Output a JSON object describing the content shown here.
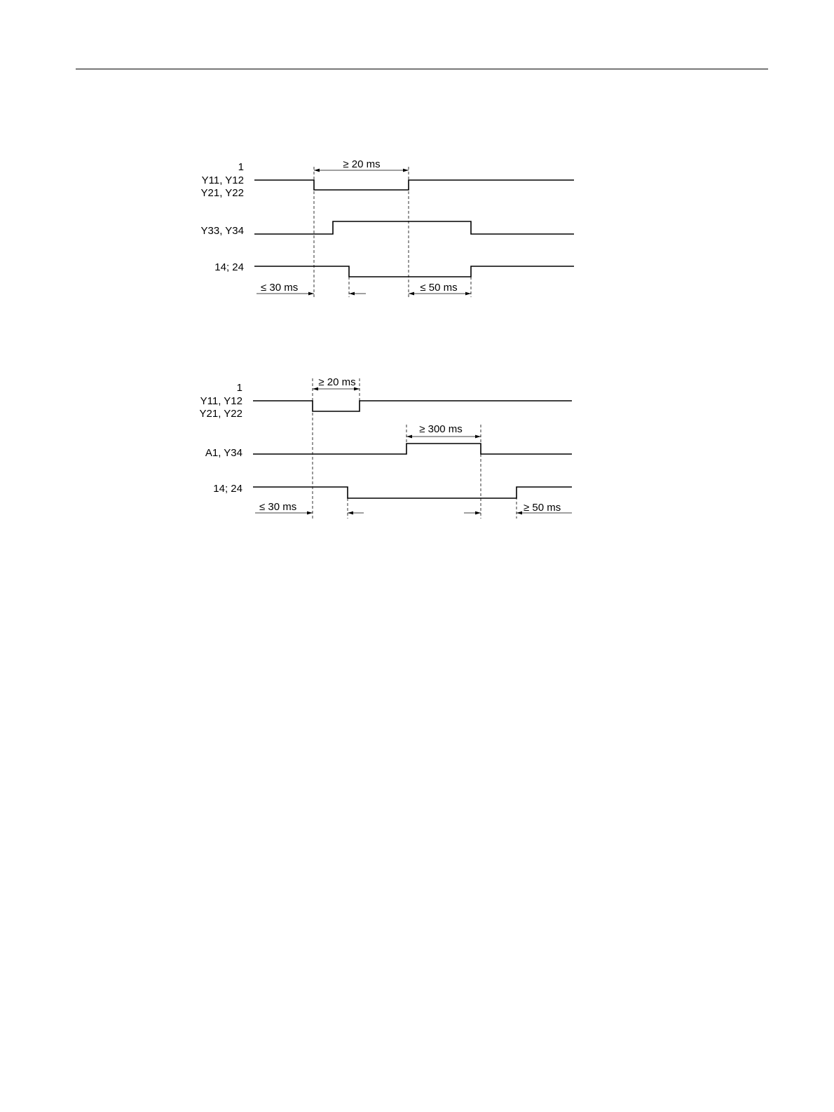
{
  "diagrams": [
    {
      "signals": [
        {
          "labels": [
            "1",
            "Y11, Y12",
            "Y21, Y22"
          ]
        },
        {
          "labels": [
            "Y33, Y34"
          ]
        },
        {
          "labels": [
            "14; 24"
          ]
        }
      ],
      "dimensions": [
        "≥ 20 ms",
        "≤ 30 ms",
        "≤ 50 ms"
      ]
    },
    {
      "signals": [
        {
          "labels": [
            "1",
            "Y11, Y12",
            "Y21, Y22"
          ]
        },
        {
          "labels": [
            "A1, Y34"
          ]
        },
        {
          "labels": [
            "14; 24"
          ]
        }
      ],
      "dimensions": [
        "≥ 20 ms",
        "≥ 300 ms",
        "≤ 30 ms",
        "≥ 50 ms"
      ]
    }
  ]
}
